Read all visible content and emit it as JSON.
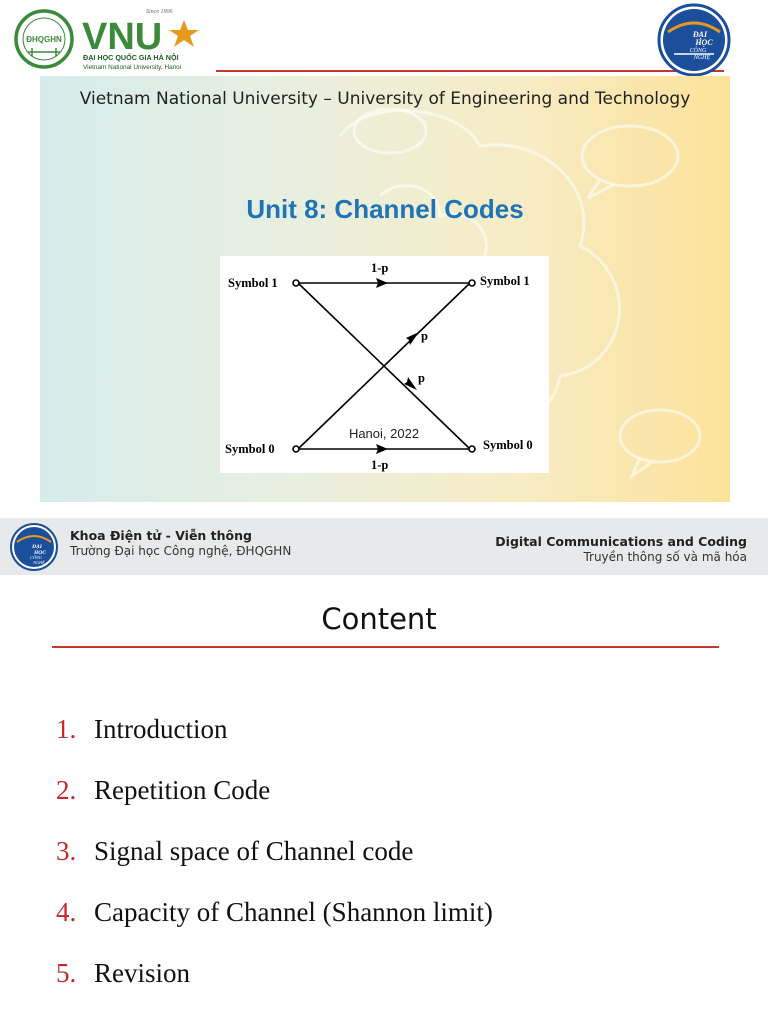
{
  "slide1": {
    "vnu_logo": {
      "since_text": "Since 1906",
      "seal_text": "ĐHQGHN",
      "wordmark": "VNU",
      "name_vi": "ĐẠI HỌC QUỐC GIA HÀ NỘI",
      "name_en": "Vietnam National University, Hanoi"
    },
    "uet_logo": {
      "line1": "ĐẠI",
      "line2": "HỌC",
      "line3": "CÔNG",
      "line4": "NGHỆ"
    },
    "university_name": "Vietnam National University – University of Engineering and Technology",
    "unit_title": "Unit 8: Channel Codes",
    "diagram": {
      "top_left_label": "Symbol 1",
      "top_right_label": "Symbol 1",
      "bottom_left_label": "Symbol 0",
      "bottom_right_label": "Symbol 0",
      "top_edge_label": "1-p",
      "bottom_edge_label": "1-p",
      "cross_up_label": "p",
      "cross_down_label": "p"
    },
    "place_date": "Hanoi, 2022"
  },
  "slide2": {
    "footer": {
      "department": "Khoa Điện tử - Viễn thông",
      "school": "Trường Đại học Công nghệ, ĐHQGHN",
      "course_title": "Digital Communications and Coding",
      "course_subtitle": "Truyền thông số và mã hóa"
    },
    "heading": "Content",
    "items": [
      {
        "num": "1.",
        "text": "Introduction"
      },
      {
        "num": "2.",
        "text": "Repetition Code"
      },
      {
        "num": "3.",
        "text": "Signal space of Channel code"
      },
      {
        "num": "4.",
        "text": "Capacity of Channel (Shannon limit)"
      },
      {
        "num": "5.",
        "text": "Revision"
      }
    ]
  },
  "colors": {
    "accent_red": "#c0392b",
    "title_blue": "#1f74b9",
    "logo_green": "#3a8a3a",
    "logo_blue": "#1b4f9c",
    "list_number_red": "#c62828"
  }
}
